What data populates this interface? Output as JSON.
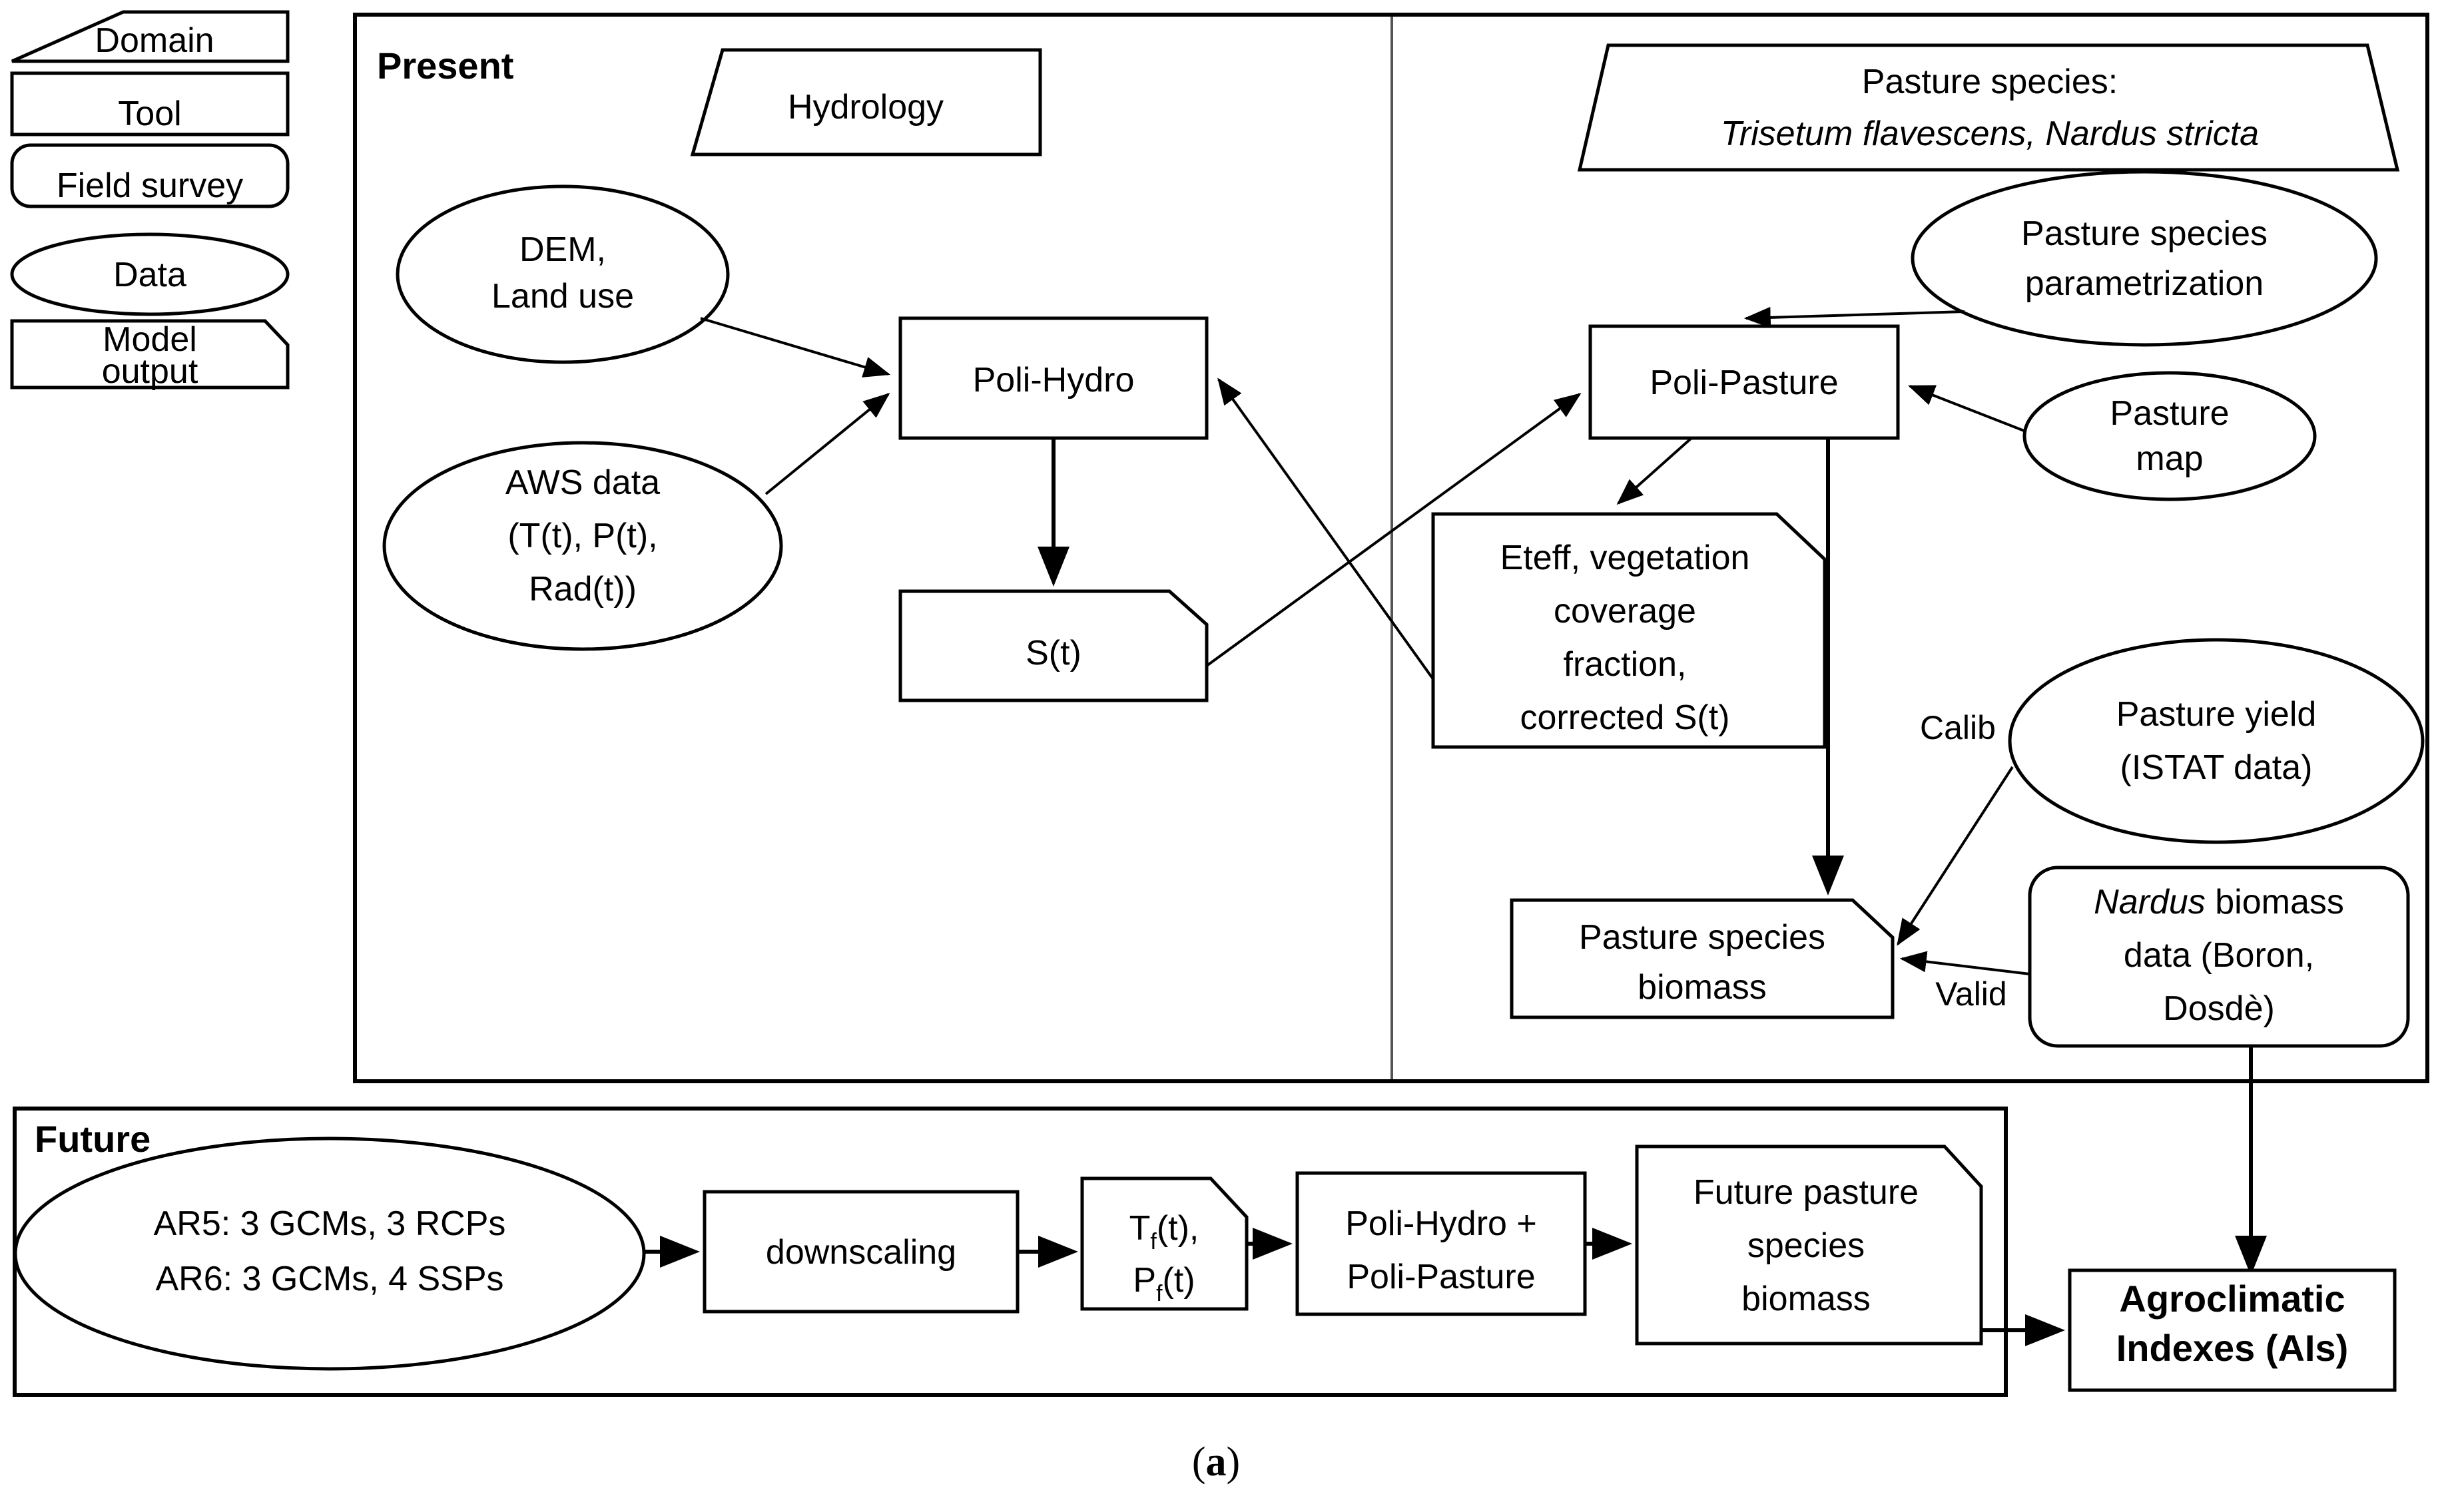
{
  "figure": {
    "caption": "(a)",
    "caption_letter": "a"
  },
  "legend": {
    "items": [
      {
        "label": "Domain",
        "shape": "trapezoid",
        "name": "legend-domain"
      },
      {
        "label": "Tool",
        "shape": "rectangle",
        "name": "legend-tool"
      },
      {
        "label": "Field survey",
        "shape": "rounded-rectangle",
        "name": "legend-field-survey"
      },
      {
        "label": "Data",
        "shape": "ellipse",
        "name": "legend-data"
      },
      {
        "label": "Model output",
        "shape": "folded-corner",
        "name": "legend-model-output",
        "line1": "Model",
        "line2": "output"
      }
    ]
  },
  "present": {
    "title": "Present",
    "hydrology": {
      "label": "Hydrology",
      "shape": "trapezoid"
    },
    "pasture_species_domain": {
      "line1": "Pasture species:",
      "line2": "Trisetum flavescens,  Nardus stricta",
      "line2_italic": true,
      "shape": "trapezoid"
    },
    "nodes": [
      {
        "id": "dem",
        "shape": "ellipse",
        "lines": [
          "DEM,",
          "Land use"
        ]
      },
      {
        "id": "aws",
        "shape": "ellipse",
        "lines": [
          "AWS data",
          "(T(t), P(t),",
          "Rad(t))"
        ]
      },
      {
        "id": "polihydro",
        "shape": "rectangle",
        "lines": [
          "Poli-Hydro"
        ]
      },
      {
        "id": "st",
        "shape": "folded-corner",
        "lines": [
          "S(t)"
        ]
      },
      {
        "id": "polipasture",
        "shape": "rectangle",
        "lines": [
          "Poli-Pasture"
        ]
      },
      {
        "id": "eteff",
        "shape": "folded-corner",
        "lines": [
          "Eteff, vegetation",
          "coverage",
          "fraction,",
          "corrected S(t)"
        ]
      },
      {
        "id": "param",
        "shape": "ellipse",
        "lines": [
          "Pasture species",
          "parametrization"
        ]
      },
      {
        "id": "pasturemap",
        "shape": "ellipse",
        "lines": [
          "Pasture",
          "map"
        ]
      },
      {
        "id": "biomass",
        "shape": "folded-corner",
        "lines": [
          "Pasture species",
          "biomass"
        ]
      },
      {
        "id": "yield",
        "shape": "ellipse",
        "lines": [
          "Pasture yield",
          "(ISTAT data)"
        ]
      },
      {
        "id": "nardus",
        "shape": "rounded-rectangle",
        "lines": [
          "Nardus biomass",
          "data (Boron,",
          "Dosdè)"
        ],
        "first_word_italic": "Nardus"
      }
    ],
    "edge_labels": {
      "calib": "Calib",
      "valid": "Valid"
    }
  },
  "future": {
    "title": "Future",
    "scenarios": {
      "shape": "ellipse",
      "line1": "AR5: 3 GCMs, 3 RCPs",
      "line2": "AR6: 3 GCMs, 4 SSPs"
    },
    "downscaling": {
      "shape": "rectangle",
      "label": "downscaling"
    },
    "forcings": {
      "shape": "folded-corner",
      "line1_base": "T",
      "line1_sub": "f",
      "line1_rest": "(t),",
      "line2_base": "P",
      "line2_sub": "f",
      "line2_rest": "(t)"
    },
    "models": {
      "shape": "rectangle",
      "line1": "Poli-Hydro +",
      "line2": "Poli-Pasture"
    },
    "output": {
      "shape": "folded-corner",
      "lines": [
        "Future pasture",
        "species",
        "biomass"
      ]
    }
  },
  "indexes": {
    "shape": "rectangle",
    "line1": "Agroclimatic",
    "line2": "Indexes (AIs)",
    "bold": true
  },
  "colors": {
    "stroke": "#000000",
    "background": "#ffffff",
    "divider": "#555555"
  }
}
